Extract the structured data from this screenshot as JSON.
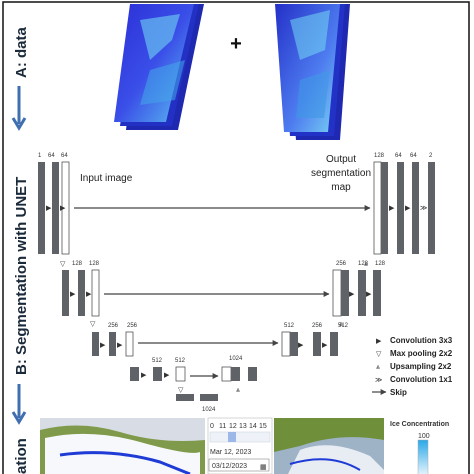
{
  "sections": {
    "a_label": "A: data",
    "b_label": "B: Segmentation with UNET",
    "c_label": "ation"
  },
  "plus_sign": "+",
  "labels": {
    "input_image": "Input image",
    "output_line1": "Output",
    "output_line2": "segmentation",
    "output_line3": "map"
  },
  "channels": {
    "l1_a": "1",
    "l1_b": "64",
    "l1_c": "64",
    "l2_a": "128",
    "l2_b": "128",
    "l3_a": "256",
    "l3_b": "256",
    "l4_a": "512",
    "l4_b": "512",
    "bottom_a": "1024",
    "bottom_b": "1024",
    "u4_a": "512",
    "u4_b": "512",
    "u3_a": "256",
    "u3_b": "256",
    "u2_a": "128",
    "u2_b": "128",
    "u1_a": "128",
    "u1_b": "64",
    "u1_c": "64",
    "u1_d": "2"
  },
  "legend": {
    "conv": "Convolution 3x3",
    "pool": "Max pooling 2x2",
    "up": "Upsampling 2x2",
    "conv1": "Convolution 1x1",
    "skip": "Skip"
  },
  "timeline": {
    "ticks": [
      "0",
      "11",
      "12",
      "13",
      "14",
      "15"
    ],
    "date_text": "Mar 12, 2023",
    "date_input": "03/12/2023"
  },
  "colorbar": {
    "title": "Ice Concentration",
    "max": "100"
  },
  "colors": {
    "section_arrow": "#3f6fb0",
    "block": "#5f6368",
    "accent_blue": "#1f3bd6"
  }
}
